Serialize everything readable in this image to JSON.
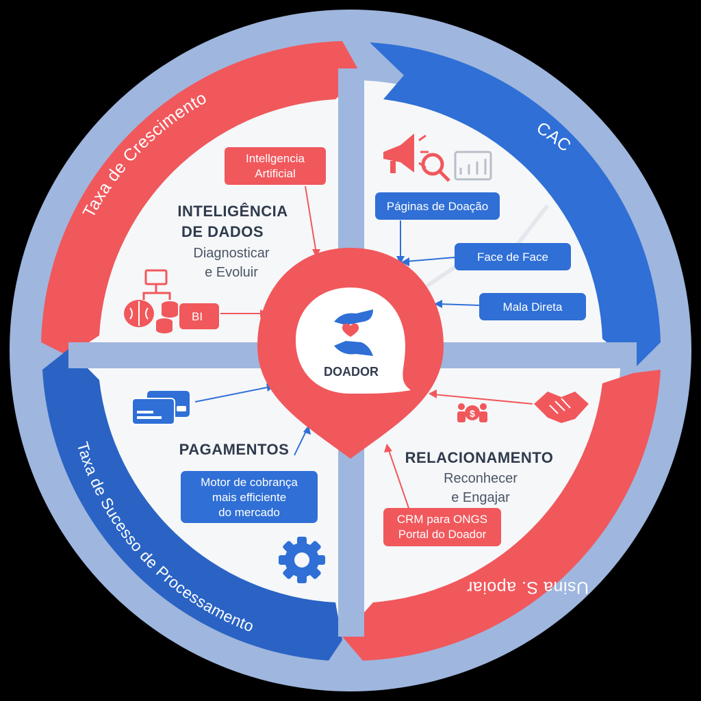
{
  "center": {
    "label": "DOADOR"
  },
  "ring": {
    "top_left": "Taxa de Crescimento",
    "top_right": "CAC",
    "bottom_left": "Taxa de Sucesso de Processamento",
    "bottom_right": "Usina S. apoiar"
  },
  "quadrants": {
    "top_left": {
      "title_line1": "INTELIGÊNCIA",
      "title_line2": "DE DADOS",
      "sub_line1": "Diagnosticar",
      "sub_line2": "e Evoluir",
      "box_ai_line1": "Intellgencia",
      "box_ai_line2": "Artificial",
      "box_bi": "BI"
    },
    "top_right": {
      "box1": "Páginas de Doação",
      "box2": "Face de Face",
      "box3": "Mala Direta"
    },
    "bottom_left": {
      "title": "PAGAMENTOS",
      "box_line1": "Motor de cobrança",
      "box_line2": "mais efficiente",
      "box_line3": "do mercado"
    },
    "bottom_right": {
      "title": "RELACIONAMENTO",
      "sub_line1": "Reconhecer",
      "sub_line2": "e Engajar",
      "box_line1": "CRM para ONGS",
      "box_line2": "Portal do Doador"
    }
  },
  "colors": {
    "red": "#f0585c",
    "blue": "#2f6fd6",
    "dark_blue": "#1f4fa8",
    "ring": "#9fb6de",
    "panel": "#f6f7f9"
  },
  "icons": [
    "megaphone-icon",
    "magnifier-icon",
    "growth-chart-icon",
    "brain-icon",
    "database-icon",
    "flowchart-icon",
    "credit-card-icon",
    "gear-icon",
    "handshake-icon",
    "people-money-icon",
    "hands-heart-icon"
  ]
}
